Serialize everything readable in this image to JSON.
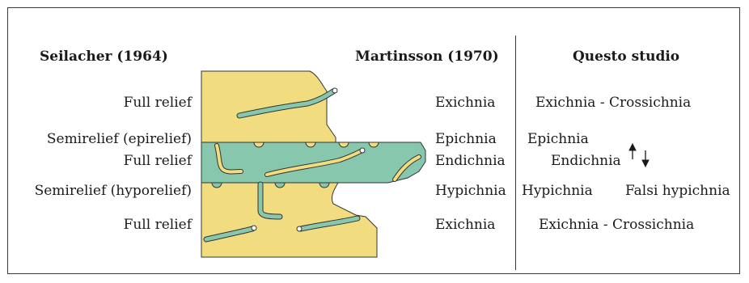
{
  "headers": {
    "seilacher": "Seilacher (1964)",
    "martinsson": "Martinsson (1970)",
    "questo": "Questo studio"
  },
  "seilacher_labels": [
    "Full relief",
    "Semirelief (epirelief)",
    "Full relief",
    "Semirelief (hyporelief)",
    "Full relief"
  ],
  "martinsson_labels": [
    "Exichnia",
    "Epichnia",
    "Endichnia",
    "Hypichnia",
    "Exichnia"
  ],
  "questo_labels": {
    "row1": "Exichnia - Crossichnia",
    "row2": "Epichnia",
    "row3": "Endichnia",
    "row4a": "Hypichnia",
    "row4b": "Falsi hypichnia",
    "row5": "Exichnia - Crossichnia"
  },
  "colors": {
    "sediment_yellow": "#f2dc80",
    "bed_green": "#86c7ad",
    "outline": "#333333"
  },
  "icons": [
    "arrow-up-icon",
    "arrow-down-icon"
  ]
}
